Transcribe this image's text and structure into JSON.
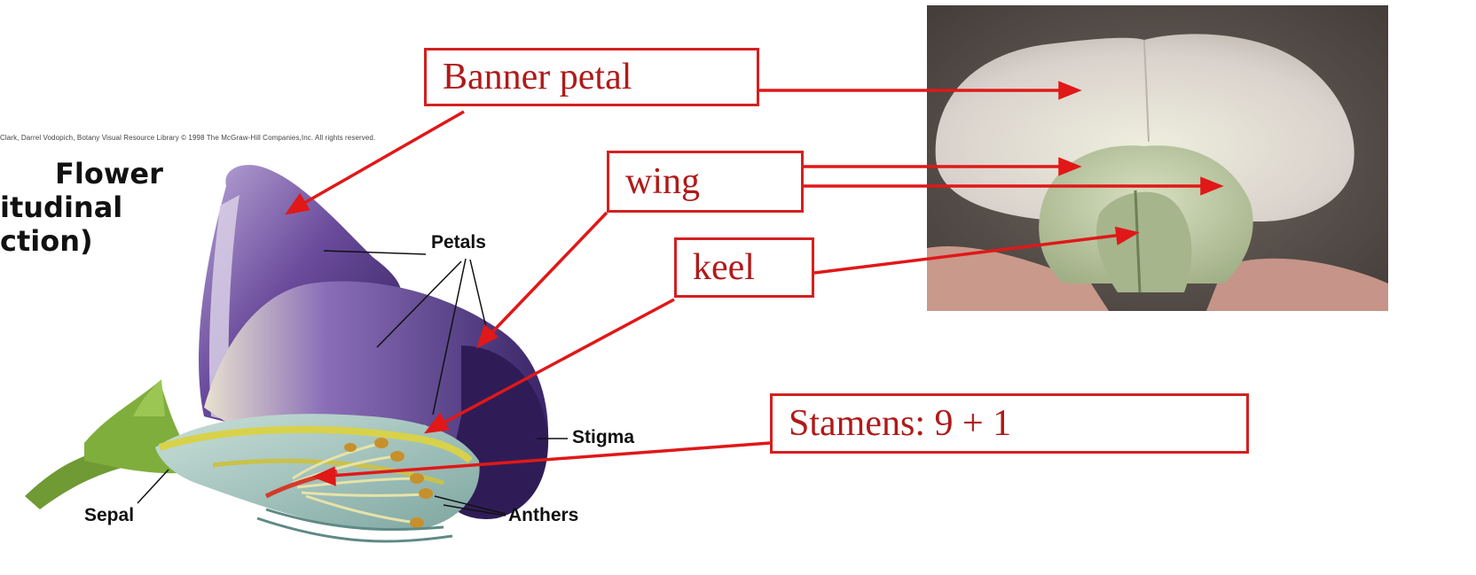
{
  "credit": "Clark, Darrel Vodopich, Botany Visual Resource Library © 1998 The McGraw-Hill Companies,Inc. All rights reserved.",
  "title": {
    "line1": "Flower",
    "line2": "itudinal",
    "line3": "ction)"
  },
  "diagram_labels": {
    "petals": "Petals",
    "stigma": "Stigma",
    "sepal": "Sepal",
    "anthers": "Anthers"
  },
  "callouts": {
    "banner": "Banner petal",
    "wing": "wing",
    "keel": "keel",
    "stamens": "Stamens: 9 + 1"
  },
  "colors": {
    "callout_red": "#d42020",
    "petal_purple": "#5a3f8f",
    "sepal_green": "#5f8f2a"
  }
}
